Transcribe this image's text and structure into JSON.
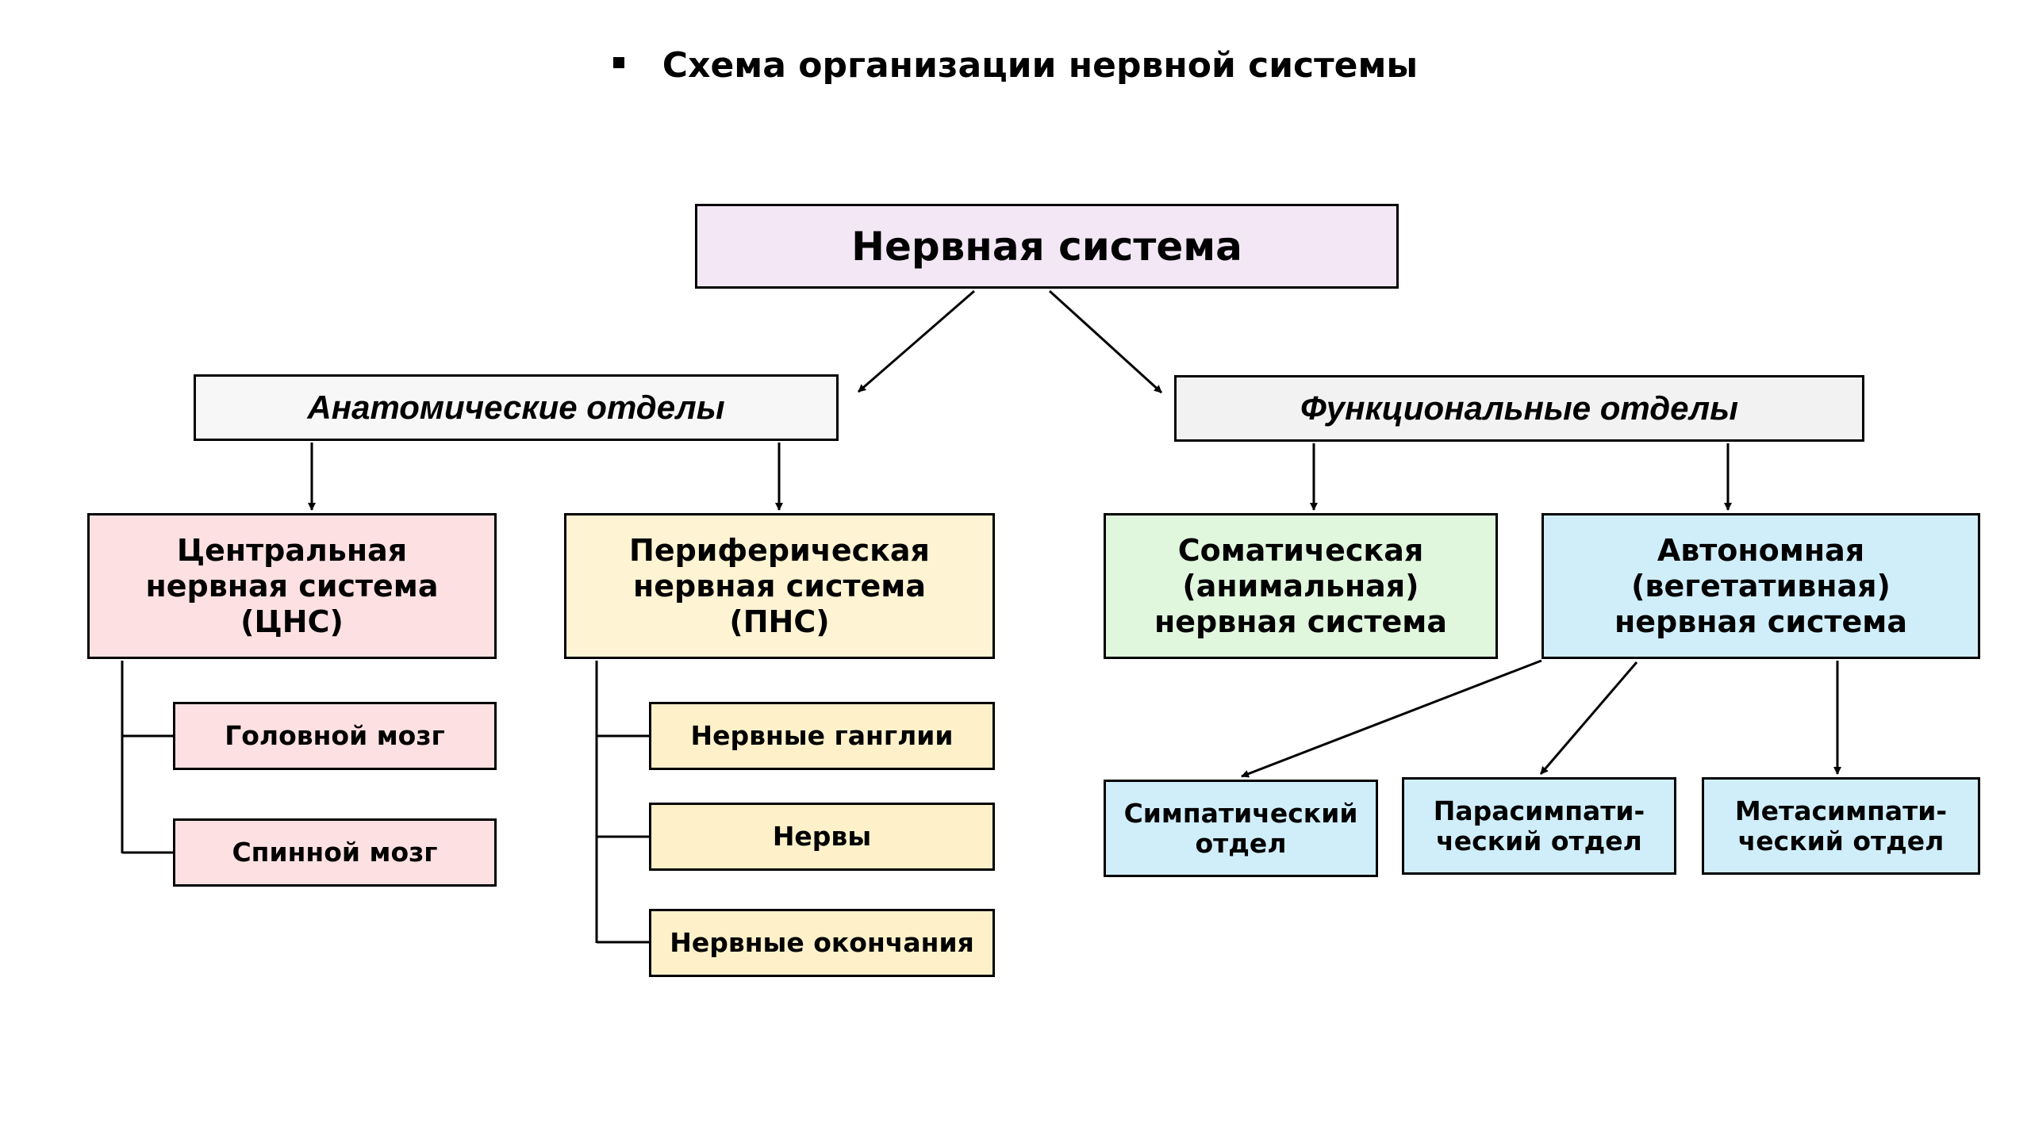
{
  "title": "Схема организации нервной системы",
  "root": "Нервная система",
  "sections": {
    "anatomical": "Анатомические отделы",
    "functional": "Функциональные отделы"
  },
  "systems": {
    "cns": [
      "Центральная",
      "нервная система",
      "(ЦНС)"
    ],
    "pns": [
      "Периферическая",
      "нервная система",
      "(ПНС)"
    ],
    "somatic": [
      "Соматическая",
      "(анимальная)",
      "нервная система"
    ],
    "autonomic": [
      "Автономная",
      "(вегетативная)",
      "нервная система"
    ]
  },
  "cns_parts": [
    "Головной мозг",
    "Спинной мозг"
  ],
  "pns_parts": [
    "Нервные ганглии",
    "Нервы",
    "Нервные окончания"
  ],
  "autonomic_divisions": {
    "sympathetic": [
      "Симпатический",
      "отдел"
    ],
    "parasympathetic": [
      "Парасимпати-",
      "ческий отдел"
    ],
    "metasympathetic": [
      "Метасимпати-",
      "ческий отдел"
    ]
  },
  "colors": {
    "root": "#f3e7f5",
    "cns": "#fde0e2",
    "pns": "#fef3d3",
    "somatic": "#e0f7de",
    "autonomic": "#d0eefa"
  }
}
